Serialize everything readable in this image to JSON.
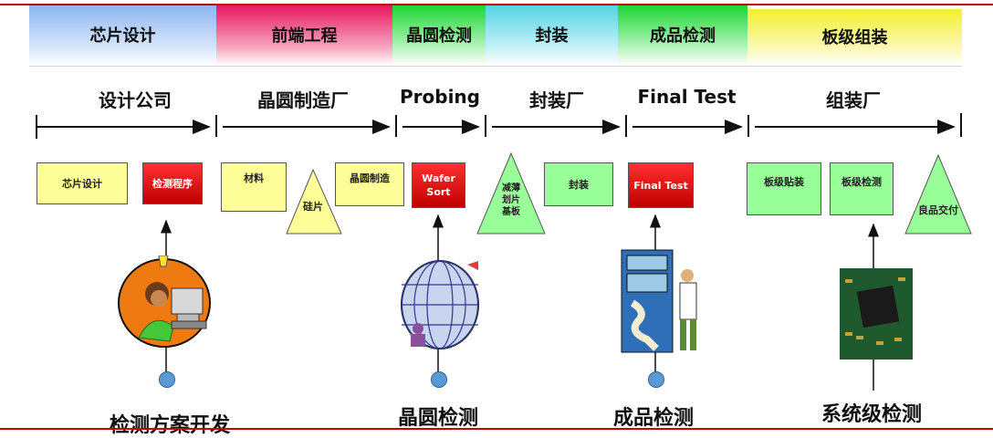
{
  "header_cells": [
    "芯片设计",
    "前端工程",
    "晶圆检测",
    "封装",
    "成品检测",
    "板级组装"
  ],
  "stages": [
    "设计公司",
    "晶圆制造厂",
    "Probing",
    "封装厂",
    "Final Test",
    "组装厂"
  ],
  "boxes": {
    "chip_design": "芯片设计",
    "test_program": "检测程序",
    "material": "材料",
    "silicon_wafer": "硅片",
    "wafer_fab": "晶圆制造",
    "wafer_sort": "Wafer Sort",
    "thin_dice_substrate": "减薄 划片 基板",
    "package": "封装",
    "final_test": "Final Test",
    "board_mount": "板级贴装",
    "board_test": "板级检测",
    "good_delivery": "良品交付"
  },
  "bottom_labels": [
    "检测方案开发",
    "晶圆检测",
    "成品检测",
    "系统级检测"
  ],
  "colors": {
    "accent_line": "#c40000",
    "box_yellow": "#ffff99",
    "box_green": "#99ff99",
    "box_red": "#d00000",
    "dot_blue": "#5b9bd5"
  },
  "icons": [
    "lightbulb-icon",
    "engineer-at-computer-illustration",
    "wafer-globe-illustration",
    "test-equipment-illustration",
    "pcb-chip-photo"
  ]
}
